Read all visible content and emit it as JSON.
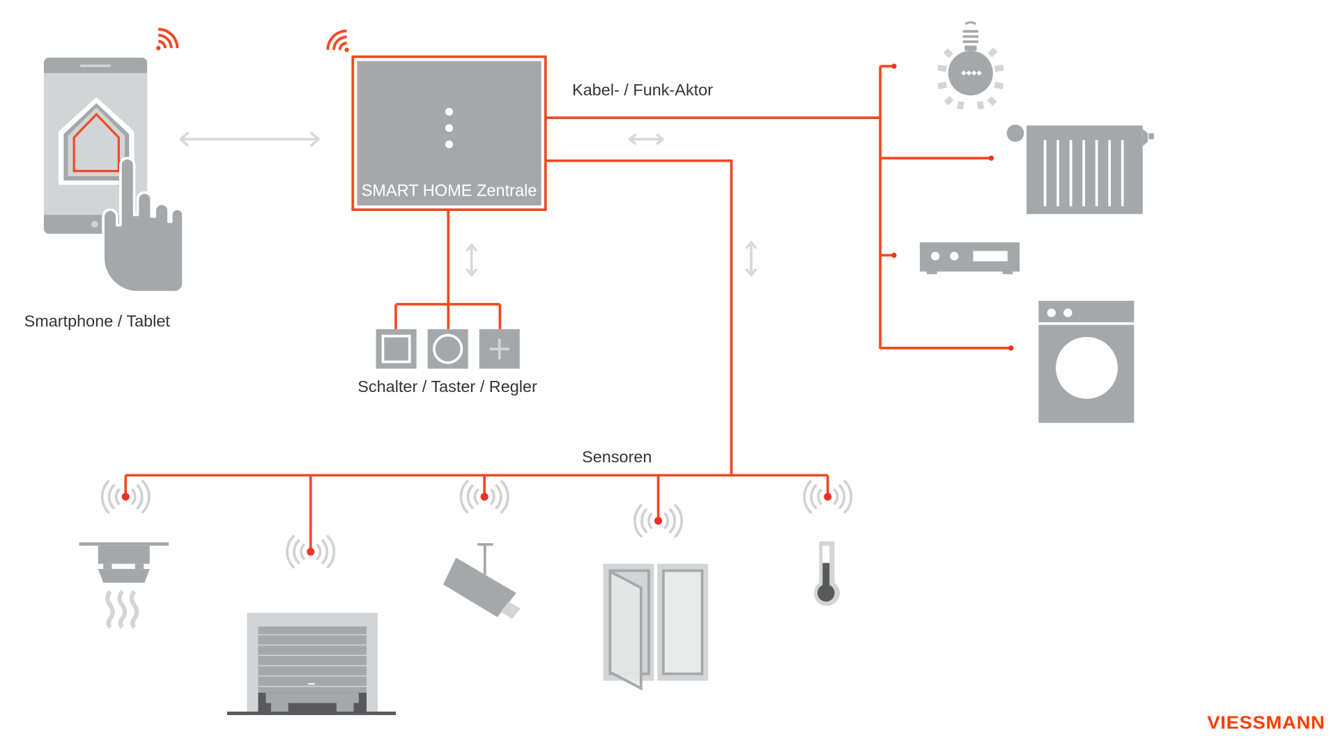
{
  "diagram": {
    "type": "smart-home-architecture",
    "hub": {
      "label": "SMART HOME Zentrale"
    },
    "smartphone": {
      "label": "Smartphone / Tablet"
    },
    "actuators": {
      "label": "Kabel- / Funk-Aktor",
      "devices": [
        "light-bulb",
        "radiator",
        "media-receiver",
        "washing-machine"
      ]
    },
    "switches": {
      "label": "Schalter / Taster / Regler",
      "devices": [
        "switch-square",
        "button-circle",
        "controller-plus"
      ]
    },
    "sensors": {
      "label": "Sensoren",
      "devices": [
        "smoke-detector",
        "garage-door",
        "security-camera",
        "window-contact",
        "thermometer"
      ]
    },
    "brand": {
      "logo_text": "VIESSMANN"
    },
    "colors": {
      "wire": "#f04a24",
      "icon_gray": "#a5a8ab",
      "icon_light": "#d2d4d5",
      "brand": "#ff3d00",
      "text": "#333333"
    }
  }
}
